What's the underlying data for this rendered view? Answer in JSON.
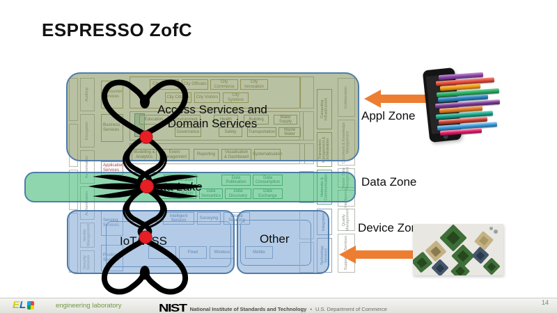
{
  "slide": {
    "title": "ESPRESSO ZofC",
    "page_number": "14"
  },
  "zone_labels": {
    "appl": "Appl Zone",
    "data": "Data Zone",
    "device": "Device Zone"
  },
  "overlays": {
    "access_line1": "Access Services and",
    "access_line2": "Domain Services",
    "data_lake": "Data Lake",
    "iot": "IoT/WSS",
    "other": "Other"
  },
  "diagram": {
    "left_bars": [
      "Auditing",
      "Encryption",
      "Authorisation",
      "Authentication",
      "Identity Management",
      "Security Services"
    ],
    "row_labels": {
      "consumer": "Consumer Services",
      "business": "Business Services",
      "application": "Application Services",
      "sensing": "Sensing Services",
      "positioning": "Positioning Services"
    },
    "consumer_row1": [
      "City Leaders",
      "City Officials",
      "City Commerce",
      "City Innovation"
    ],
    "consumer_row2": [
      "City Citizens",
      "City Visitors",
      "City Systems"
    ],
    "business_row1": [
      "Education",
      "Environment",
      "Health",
      "Building",
      "Water Supply"
    ],
    "business_row2": [
      "Governance",
      "Safety",
      "Transportation",
      "Waste Water"
    ],
    "application_row": [
      "Modelling & Analytics",
      "Event Management",
      "Reporting",
      "Visualisation & Dashboard",
      "Systematisation"
    ],
    "data_row1": [
      "Data Curation",
      "Data Publication",
      "Data Consumption"
    ],
    "data_row2": [
      "Data Exploitation",
      "Data Semantics",
      "Data Discovery",
      "Data Exchange"
    ],
    "sensing_row": [
      "Intelligent Sensors",
      "Surveying",
      "Crowd Sourcing"
    ],
    "positioning_row": [
      "Fixed",
      "Wireless"
    ],
    "other_row": [
      "Mobile"
    ],
    "right_bars_inner": [
      "Computing Infrastructure",
      "Transaction Management & Orchestration",
      "Networks & Communication",
      "Integration",
      "Technology Services"
    ],
    "right_bars_outer": [
      "Collaboration",
      "Document & Knowledge Management",
      "Master Data Management",
      "Intelligence",
      "Quality Management",
      "Supporting Services"
    ]
  },
  "colors": {
    "appl_zone_fill": "#b9c2a4",
    "data_zone_fill": "#8fd6ae",
    "device_zone_fill": "#b7cde7",
    "zone_border": "#4f7ca9",
    "arrow": "#ed7d31",
    "dot": "#e81e25"
  },
  "footer": {
    "el_letters": "EL",
    "el_text": "engineering laboratory",
    "nist_logo": "NIST",
    "agency_bold": "National Institute of Standards and Technology",
    "agency_sep": "•",
    "agency_rest": "U.S. Department of Commerce"
  }
}
